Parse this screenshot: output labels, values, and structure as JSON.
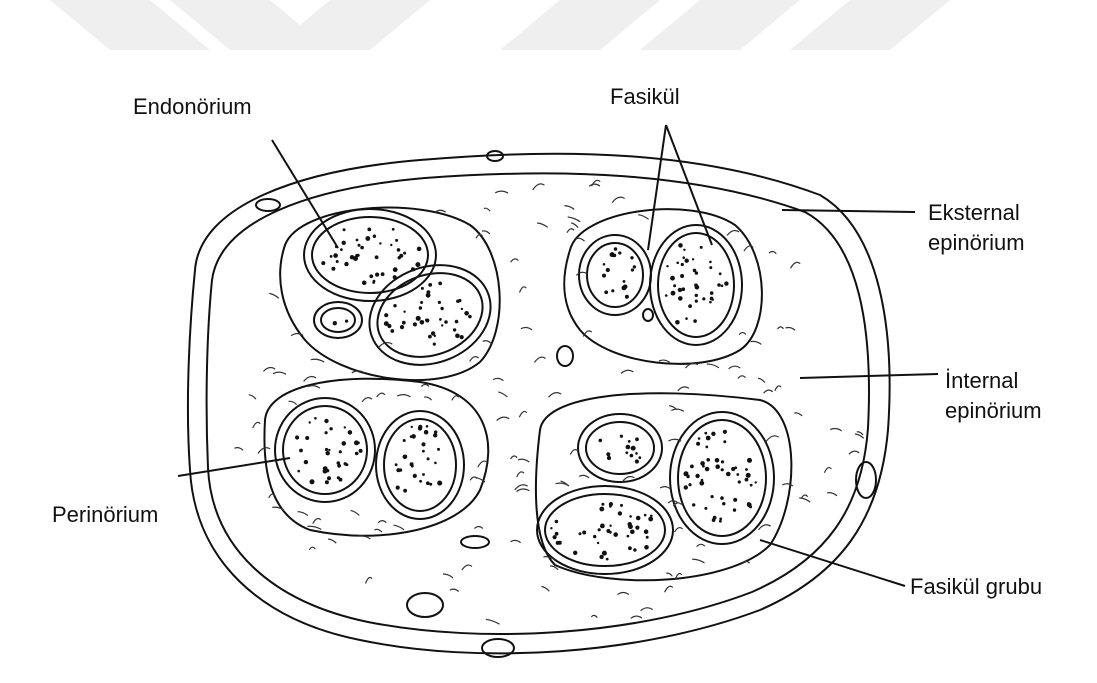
{
  "labels": {
    "endonorium": "Endonörium",
    "fasikul": "Fasikül",
    "eksternal_1": "Eksternal",
    "eksternal_2": "epinörium",
    "internal_1": "İnternal",
    "internal_2": "epinörium",
    "perinorium": "Perinörium",
    "fasikul_grubu": "Fasikül grubu"
  },
  "colors": {
    "ink": "#111111",
    "watermark": "#eeeeee",
    "background": "#ffffff"
  },
  "icons": [
    "nerve-cross-section-illustration",
    "watermark-stripes"
  ]
}
